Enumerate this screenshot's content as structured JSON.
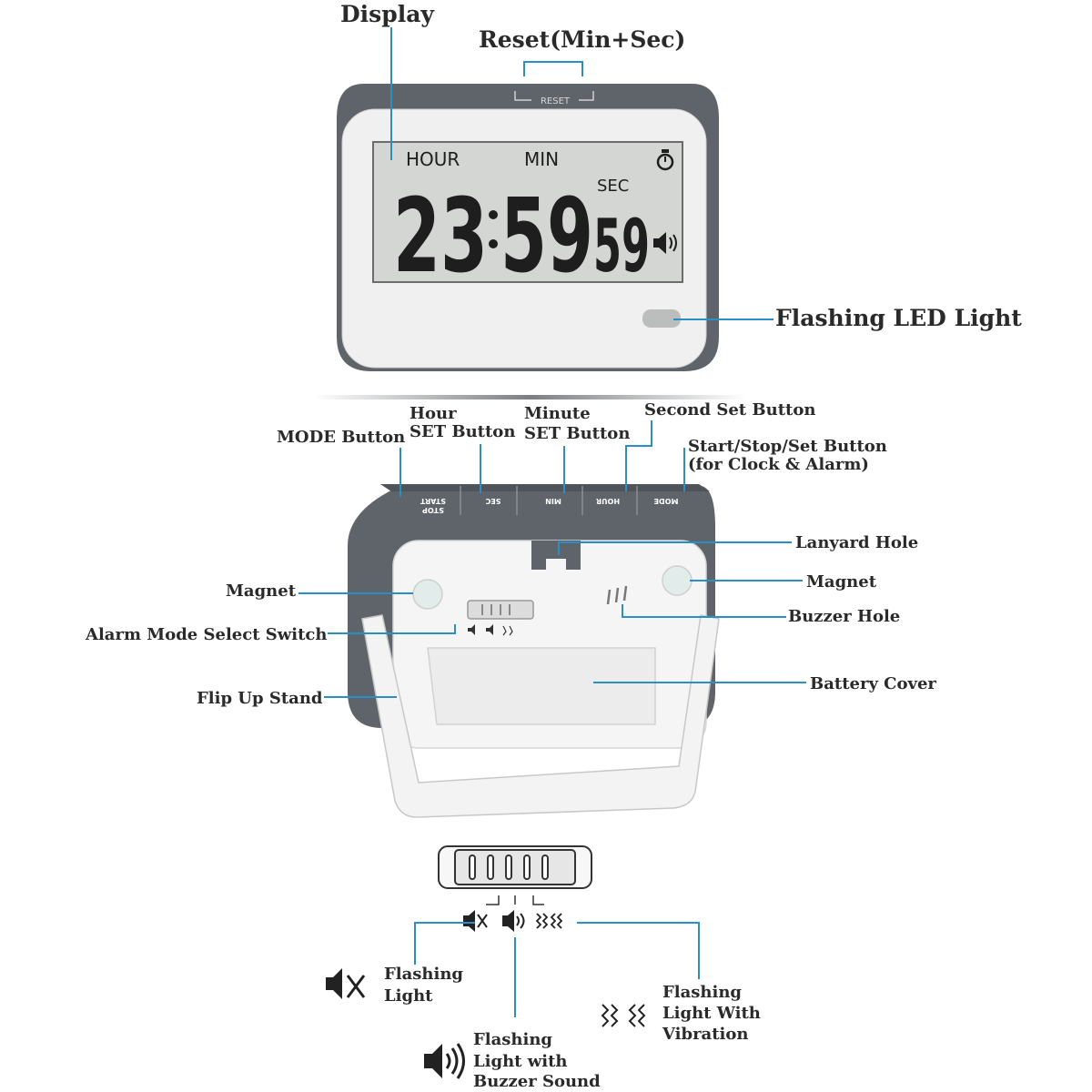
{
  "labels": {
    "display": "Display",
    "reset": "Reset(Min+Sec)",
    "led": "Flashing LED Light",
    "mode_button": "MODE Button",
    "hour_set_1": "Hour",
    "hour_set_2": "SET Button",
    "minute_set_1": "Minute",
    "minute_set_2": "SET Button",
    "second_set": "Second Set Button",
    "start_stop_1": "Start/Stop/Set Button",
    "start_stop_2": "(for Clock & Alarm)",
    "lanyard": "Lanyard Hole",
    "magnet_left": "Magnet",
    "magnet_right": "Magnet",
    "buzzer": "Buzzer Hole",
    "alarm_switch": "Alarm Mode Select Switch",
    "battery": "Battery Cover",
    "stand": "Flip Up Stand"
  },
  "lcd": {
    "hour_label": "HOUR",
    "min_label": "MIN",
    "sec_label": "SEC",
    "hours": "23",
    "minutes": "59",
    "seconds": "59",
    "reset_mark": "RESET"
  },
  "buttons": {
    "start_stop_1": "START",
    "start_stop_2": "STOP",
    "sec": "SEC",
    "min": "MIN",
    "hour": "HOUR",
    "mode": "MODE"
  },
  "modes": {
    "light_1": "Flashing",
    "light_2": "Light",
    "buzzer_1": "Flashing",
    "buzzer_2": "Light with",
    "buzzer_3": "Buzzer Sound",
    "vibration_1": "Flashing",
    "vibration_2": "Light With",
    "vibration_3": "Vibration"
  },
  "icons": [
    "mute-speaker-icon",
    "speaker-sound-icon",
    "vibration-icon",
    "stopwatch-icon",
    "volume-icon"
  ],
  "colors": {
    "leader": "#2a8fc6",
    "body_gray": "#5e6469",
    "lcd_background": "#d4d6d3",
    "label_text": "#2a2a2a"
  }
}
